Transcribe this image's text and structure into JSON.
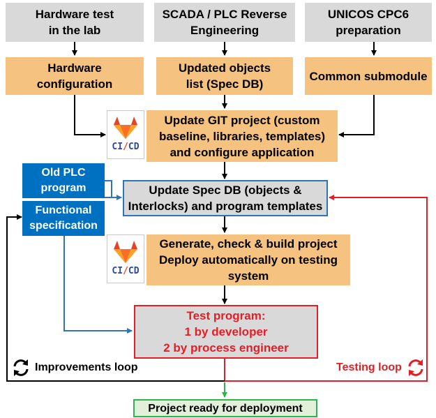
{
  "top_row": {
    "hardware_test": [
      "Hardware test",
      "in the lab"
    ],
    "scada_plc": [
      "SCADA / PLC Reverse",
      "Engineering"
    ],
    "unicos": [
      "UNICOS CPC6",
      "preparation"
    ]
  },
  "second_row": {
    "hardware_config": [
      "Hardware",
      "configuration"
    ],
    "updated_objects": [
      "Updated objects",
      "list (Spec DB)"
    ],
    "common_submodule": [
      "Common submodule"
    ]
  },
  "update_git": [
    "Update GIT project (custom",
    "baseline, libraries, templates)",
    "and configure application"
  ],
  "old_plc": [
    "Old PLC",
    "program"
  ],
  "functional_spec": [
    "Functional",
    "specification"
  ],
  "update_spec": [
    "Update Spec DB (objects &",
    "Interlocks) and program templates"
  ],
  "generate_build": [
    "Generate, check & build project",
    "Deploy automatically on testing",
    "system"
  ],
  "test_program": [
    "Test program:",
    "1 by developer",
    "2 by process engineer"
  ],
  "improvements_loop": "Improvements loop",
  "testing_loop": "Testing loop",
  "project_ready": "Project ready for deployment",
  "logo": {
    "text_ci": "CI",
    "text_bolt": "/",
    "text_cd": "CD"
  },
  "colors": {
    "gray_box": "#d9d9d9",
    "orange_box": "#f5c27f",
    "blue_box": "#0070c0",
    "test_border": "#e41e25",
    "ready_border": "#2eb34e"
  }
}
